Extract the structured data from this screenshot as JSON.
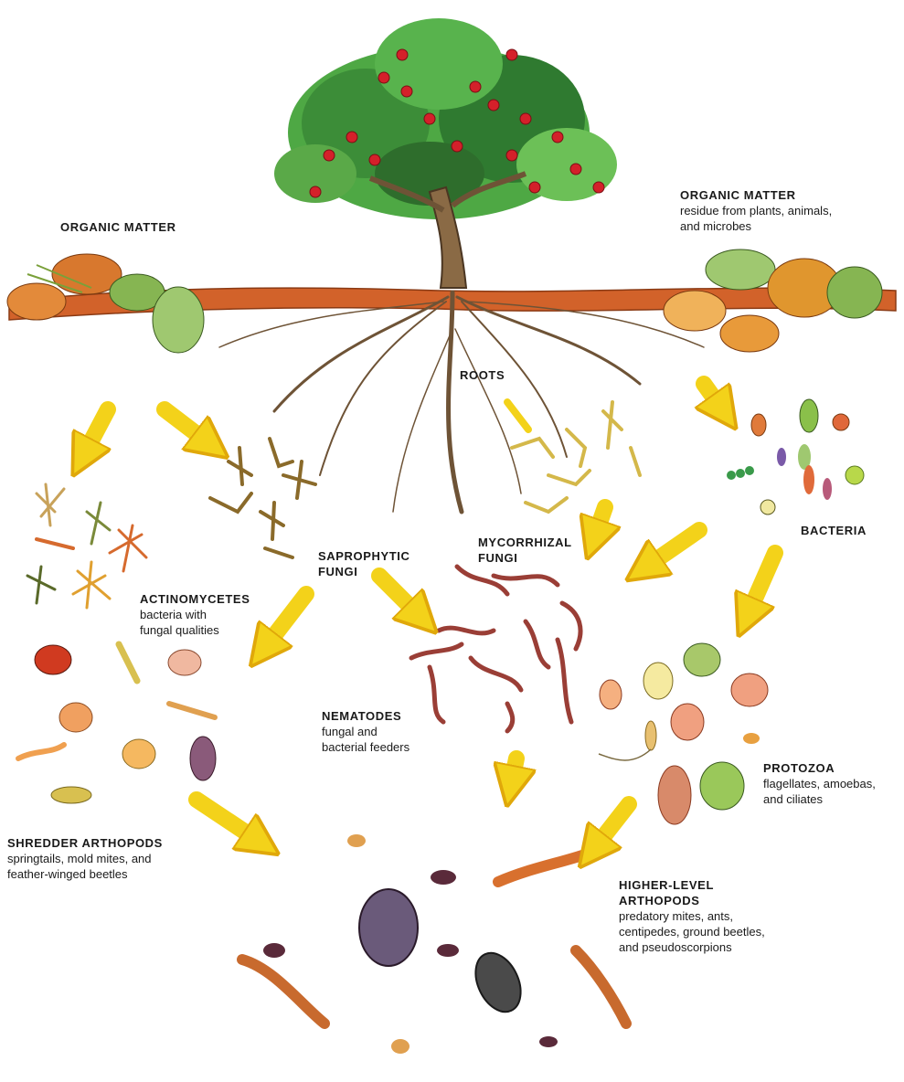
{
  "labels": {
    "organic_left": {
      "title": "ORGANIC MATTER"
    },
    "organic_right": {
      "title": "ORGANIC MATTER",
      "line1": "residue from plants, animals,",
      "line2": "and microbes"
    },
    "roots": {
      "title": "ROOTS"
    },
    "bacteria": {
      "title": "BACTERIA"
    },
    "actinomycetes": {
      "title": "ACTINOMYCETES",
      "line1": "bacteria with",
      "line2": "fungal qualities"
    },
    "saprophytic": {
      "line1": "SAPROPHYTIC",
      "line2": "FUNGI"
    },
    "mycorrhizal": {
      "line1": "MYCORRHIZAL",
      "line2": "FUNGI"
    },
    "nematodes": {
      "title": "NEMATODES",
      "line1": "fungal and",
      "line2": "bacterial feeders"
    },
    "protozoa": {
      "title": "PROTOZOA",
      "line1": "flagellates, amoebas,",
      "line2": "and ciliates"
    },
    "shredders": {
      "title": "SHREDDER ARTHOPODS",
      "line1": "springtails, mold mites, and",
      "line2": "feather-winged beetles"
    },
    "higher": {
      "line1": "HIGHER-LEVEL",
      "line2": "ARTHOPODS",
      "sub1": "predatory mites, ants,",
      "sub2": "centipedes, ground beetles,",
      "sub3": "and pseudoscorpions"
    }
  },
  "colors": {
    "arrow": "#f3d21a",
    "arrow_edge": "#e0a80a",
    "leaf_green": "#3f9a3a",
    "berry_red": "#d4202a",
    "bark": "#6e5336",
    "soil": "#d2622a",
    "worm": "#9a3e36",
    "fungi": "#c9a83a"
  }
}
